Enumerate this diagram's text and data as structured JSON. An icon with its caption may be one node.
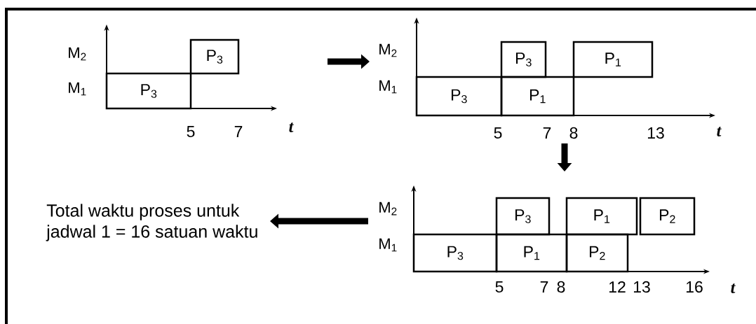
{
  "diagram": {
    "nodes": [
      {
        "text": [],
        "shape": "chart",
        "beside": [
          "M$_{2}$",
          "M$_{1}$",
          "5",
          "7",
          "t"
        ]
      },
      {
        "text": [
          "P$_{3}$"
        ],
        "in": 0
      },
      {
        "text": [
          "P$_{3}$"
        ],
        "in": 0
      },
      {
        "text": [],
        "shape": "chart",
        "beside": [
          "M$_{2}$",
          "M$_{1}$",
          "5",
          "7",
          "8",
          "13",
          "t"
        ]
      },
      {
        "text": [
          "P$_{3}$"
        ],
        "in": 3
      },
      {
        "text": [
          "P$_{1}$"
        ],
        "in": 3
      },
      {
        "text": [
          "P$_{3}$"
        ],
        "in": 3
      },
      {
        "text": [
          "P$_{1}$"
        ],
        "in": 3
      },
      {
        "text": [],
        "shape": "chart",
        "beside": [
          "M$_{2}$",
          "M$_{1}$",
          "5",
          "7",
          "8",
          "12",
          "13",
          "16",
          "t"
        ]
      },
      {
        "text": [
          "P$_{3}$"
        ],
        "in": 8
      },
      {
        "text": [
          "P$_{1}$"
        ],
        "in": 8
      },
      {
        "text": [
          "P$_{2}$"
        ],
        "in": 8
      },
      {
        "text": [
          "P$_{3}$"
        ],
        "in": 8
      },
      {
        "text": [
          "P$_{1}$"
        ],
        "in": 8
      },
      {
        "text": [
          "P$_{2}$"
        ],
        "in": 8
      },
      {
        "text": [
          "Total waktu proses untuk jadwal 1 = 16 satuan waktu"
        ]
      }
    ],
    "edges": [
      {
        "from": 0,
        "to": 3,
        "arrow": "to"
      },
      {
        "from": 3,
        "to": 8,
        "arrow": "to"
      },
      {
        "from": 8,
        "to": 15,
        "arrow": "to"
      }
    ]
  }
}
